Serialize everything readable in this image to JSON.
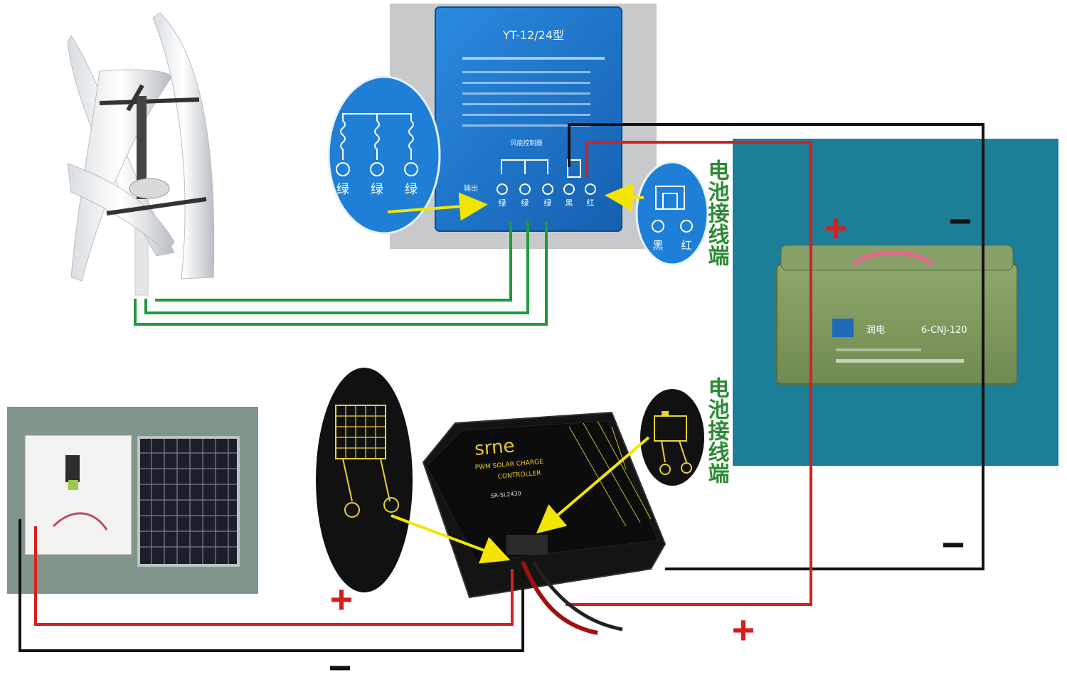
{
  "wind_controller": {
    "model": "YT-12/24型",
    "label_line": "风能控制器",
    "terminals": [
      "绿",
      "绿",
      "绿",
      "黑",
      "红"
    ],
    "side_mark": "输出"
  },
  "wind_bubble": {
    "terminals": [
      "绿",
      "绿",
      "绿"
    ]
  },
  "battery_bubble": {
    "terminals": [
      "黑",
      "红"
    ]
  },
  "battery_label_1": "电池接线端",
  "battery_label_2": "电池接线端",
  "battery": {
    "brand": "润电",
    "model": "6-CNJ-120"
  },
  "solar_controller": {
    "brand": "srne",
    "line1": "PWM SOLAR CHARGE",
    "line2": "CONTROLLER",
    "model": "SR-SL2430"
  },
  "polarity": {
    "battery_plus": "+",
    "battery_minus": "−",
    "right_minus": "−",
    "solar_plus": "+",
    "bottom_minus": "−",
    "bottom_plus": "+"
  },
  "colors": {
    "wire_red": "#d42020",
    "wire_black": "#111111",
    "wire_green": "#1e9a3c",
    "controller_blue": "#1e73c8",
    "battery_panel": "#1d7e98",
    "arrow_yellow": "#f2e600",
    "label_green": "#2c8a34"
  }
}
